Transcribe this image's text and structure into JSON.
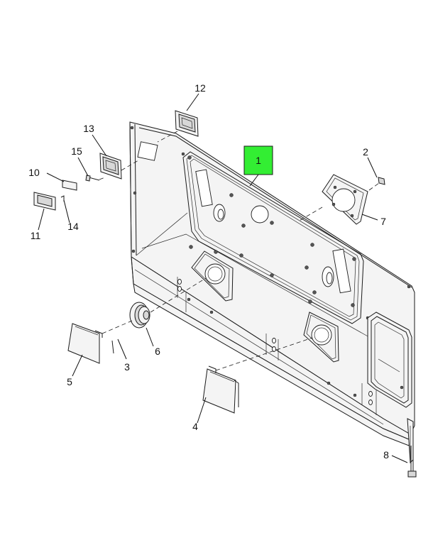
{
  "callouts": [
    {
      "id": "c1",
      "label": "1",
      "highlight": true
    },
    {
      "id": "c2",
      "label": "2"
    },
    {
      "id": "c3",
      "label": "3"
    },
    {
      "id": "c4",
      "label": "4"
    },
    {
      "id": "c5",
      "label": "5"
    },
    {
      "id": "c6",
      "label": "6"
    },
    {
      "id": "c7",
      "label": "7"
    },
    {
      "id": "c8",
      "label": "8"
    },
    {
      "id": "c10",
      "label": "10"
    },
    {
      "id": "c11",
      "label": "11"
    },
    {
      "id": "c12",
      "label": "12"
    },
    {
      "id": "c13",
      "label": "13"
    },
    {
      "id": "c14",
      "label": "14"
    },
    {
      "id": "c15",
      "label": "15"
    }
  ],
  "colors": {
    "highlight": "#33ee33",
    "line": "#1a1a1a",
    "background": "#ffffff"
  }
}
